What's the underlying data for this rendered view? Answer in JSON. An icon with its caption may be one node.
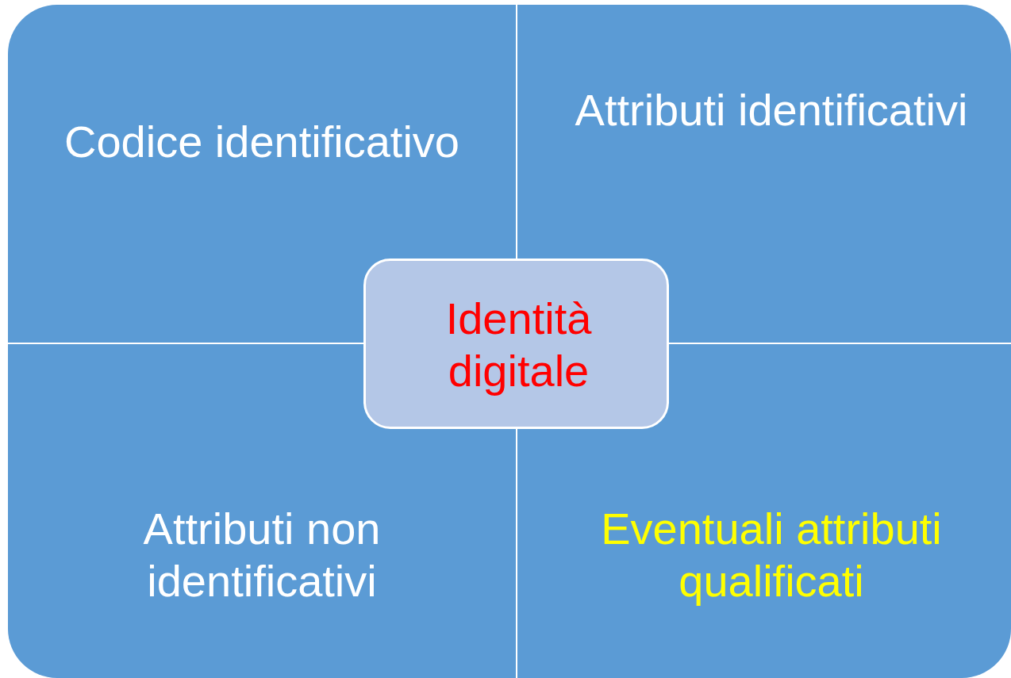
{
  "diagram": {
    "nodes": [
      {
        "text": [
          "Codice identificativo"
        ]
      },
      {
        "text": [
          "Attributi identificativi"
        ]
      },
      {
        "text": [
          "Attributi non identificativi"
        ]
      },
      {
        "text": [
          "Eventuali attributi qualificati"
        ]
      },
      {
        "text": [
          "Identità digitale"
        ]
      }
    ]
  }
}
